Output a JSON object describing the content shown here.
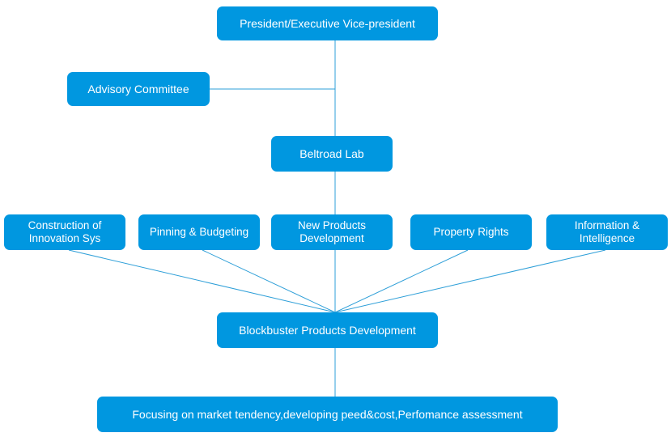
{
  "theme": {
    "box_fill": "#0097e0",
    "box_text": "#ffffff",
    "line_color": "#2e9fd8"
  },
  "nodes": {
    "president": "President/Executive Vice-president",
    "advisory": "Advisory Committee",
    "beltroad": "Beltroad Lab",
    "construction": "Construction of\nInnovation Sys",
    "pinning": "Pinning & Budgeting",
    "new_products": "New Products\nDevelopment",
    "property": "Property  Rights",
    "information": "Information &\nIntelligence",
    "blockbuster": "Blockbuster Products Development",
    "focusing": "Focusing on market tendency,developing peed&cost,Perfomance assessment"
  }
}
